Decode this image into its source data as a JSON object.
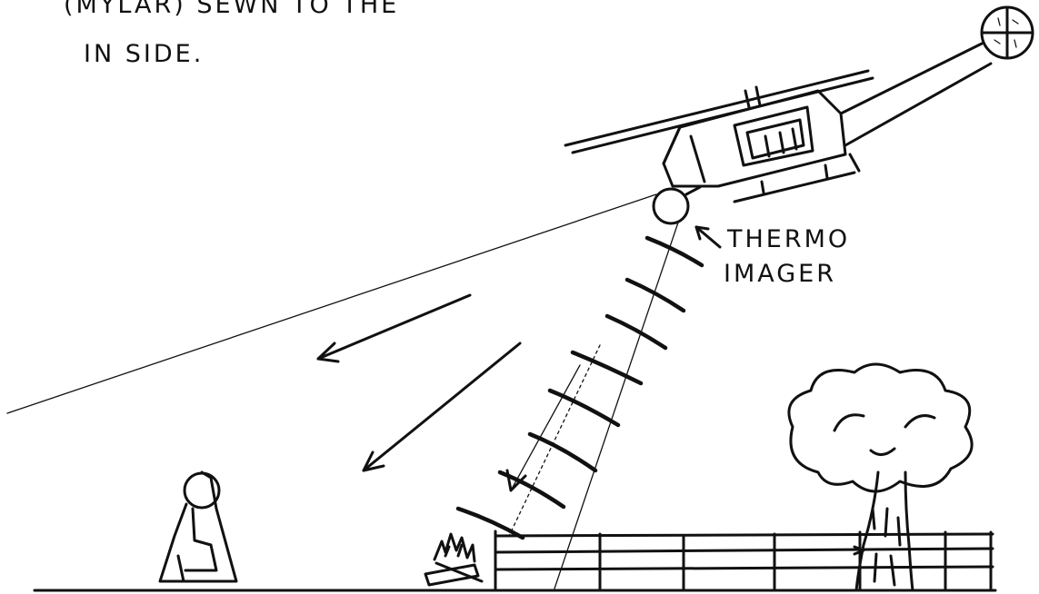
{
  "caption_lines": [
    "(MYLAR) SEWN TO THE",
    "IN SIDE."
  ],
  "thermo_label": [
    "THERMO",
    "IMAGER"
  ],
  "ink_color": "#111111",
  "paper_color": "#ffffff",
  "icons": [
    "helicopter-icon",
    "thermal-camera-icon",
    "person-icon",
    "campfire-icon",
    "fence-icon",
    "tree-icon"
  ]
}
